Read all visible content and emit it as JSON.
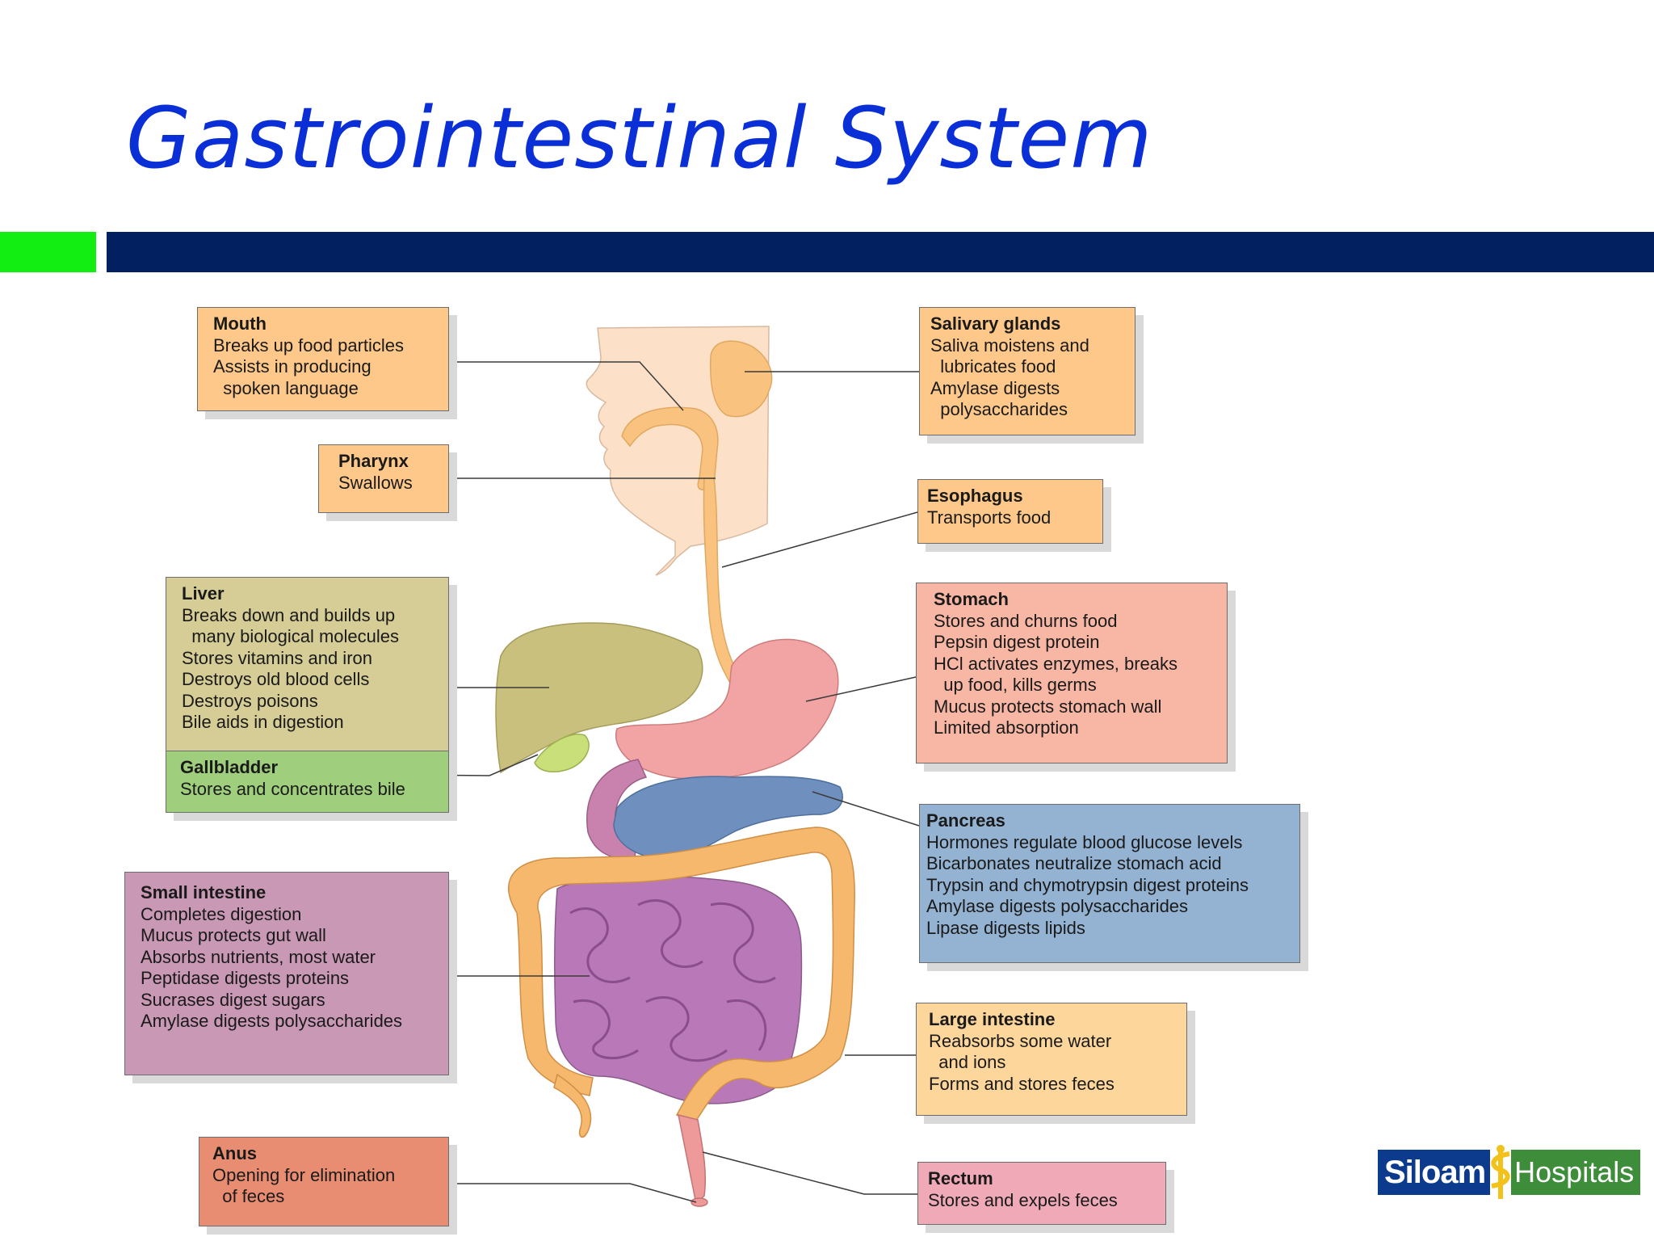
{
  "slide": {
    "title": "Gastrointestinal System"
  },
  "labels": {
    "mouth": {
      "title": "Mouth",
      "lines": [
        "Breaks up food particles",
        "Assists in producing",
        "  spoken language"
      ]
    },
    "pharynx": {
      "title": "Pharynx",
      "lines": [
        "Swallows"
      ]
    },
    "liver": {
      "title": "Liver",
      "lines": [
        "Breaks down and builds up",
        "  many biological molecules",
        "Stores vitamins and iron",
        "Destroys old blood cells",
        "Destroys poisons",
        "Bile aids in digestion"
      ]
    },
    "gallbladder": {
      "title": "Gallbladder",
      "lines": [
        "Stores and concentrates bile"
      ]
    },
    "small_intestine": {
      "title": "Small intestine",
      "lines": [
        "Completes digestion",
        "Mucus protects gut wall",
        "Absorbs nutrients, most water",
        "Peptidase digests proteins",
        "Sucrases digest sugars",
        "Amylase digests polysaccharides"
      ]
    },
    "anus": {
      "title": "Anus",
      "lines": [
        "Opening for elimination",
        "  of feces"
      ]
    },
    "salivary_glands": {
      "title": "Salivary glands",
      "lines": [
        "Saliva moistens and",
        "  lubricates food",
        "Amylase digests",
        "  polysaccharides"
      ]
    },
    "esophagus": {
      "title": "Esophagus",
      "lines": [
        "Transports food"
      ]
    },
    "stomach": {
      "title": "Stomach",
      "lines": [
        "Stores and churns food",
        "Pepsin digest protein",
        "HCl activates enzymes, breaks",
        "  up food, kills germs",
        "Mucus protects stomach wall",
        "Limited absorption"
      ]
    },
    "pancreas": {
      "title": "Pancreas",
      "lines": [
        "Hormones regulate blood glucose levels",
        "Bicarbonates neutralize stomach acid",
        "Trypsin and chymotrypsin digest proteins",
        "Amylase digests polysaccharides",
        "Lipase digests lipids"
      ]
    },
    "large_intestine": {
      "title": "Large intestine",
      "lines": [
        "Reabsorbs some water",
        "  and ions",
        "Forms and stores feces"
      ]
    },
    "rectum": {
      "title": "Rectum",
      "lines": [
        "Stores and expels feces"
      ]
    }
  },
  "colors": {
    "title": "#0b2fd6",
    "accent_green": "#12ee12",
    "accent_navy": "#02205f",
    "mouth": "#fdc889",
    "pharynx": "#fdc889",
    "liver": "#d6cc96",
    "gallbladder": "#9fcf7c",
    "small_intestine": "#c898b4",
    "anus": "#e98d72",
    "salivary_glands": "#fdc889",
    "esophagus": "#fdc889",
    "stomach": "#f8b7a4",
    "pancreas": "#94b3d2",
    "large_intestine": "#fdd69b",
    "rectum": "#f0aab7"
  },
  "logo": {
    "word1": "Siloam",
    "word2": "Hospitals"
  }
}
